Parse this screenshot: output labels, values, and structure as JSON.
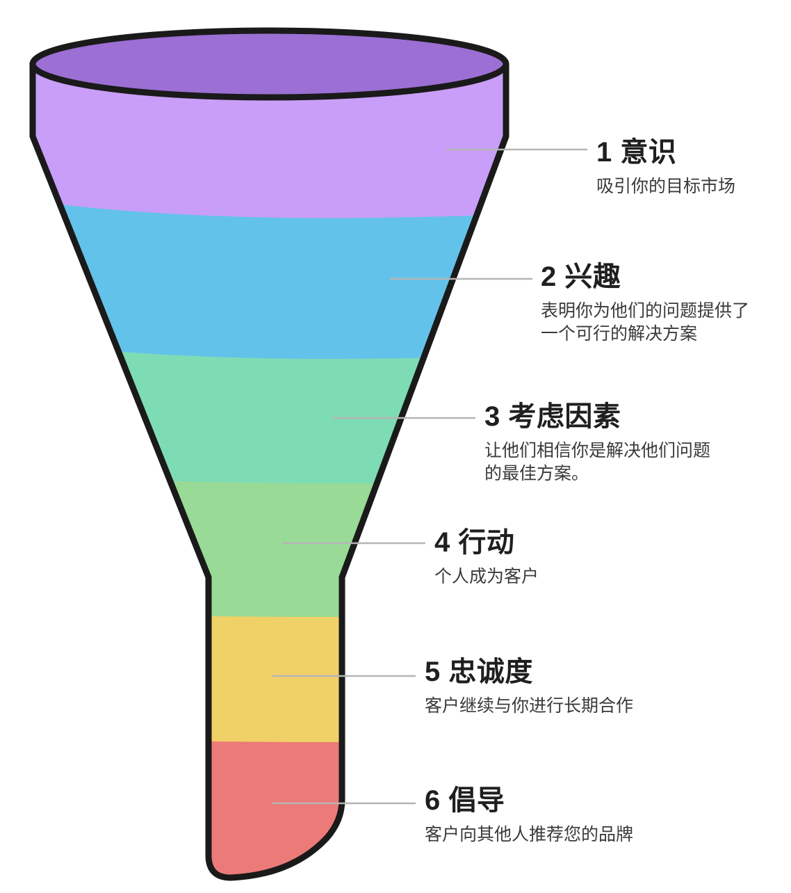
{
  "diagram": {
    "type": "marketing-funnel",
    "title": "",
    "stage_count": 6,
    "outline_color": "#1a1a1a",
    "leader_line_color": "#b5b5b5",
    "background": "#ffffff"
  },
  "stages": [
    {
      "number": "1",
      "name": "意识",
      "title": "1 意识",
      "description": "吸引你的目标市场",
      "color": "#c99ef8",
      "top_cap_color": "#9b6fd4"
    },
    {
      "number": "2",
      "name": "兴趣",
      "title": "2 兴趣",
      "description": "表明你为他们的问题提供了\n一个可行的解决方案",
      "color": "#63c2ea",
      "top_cap_color": ""
    },
    {
      "number": "3",
      "name": "考虑因素",
      "title": "3 考虑因素",
      "description": "让他们相信你是解决他们问题\n的最佳方案。",
      "color": "#7edcb4",
      "top_cap_color": ""
    },
    {
      "number": "4",
      "name": "行动",
      "title": "4 行动",
      "description": "个人成为客户",
      "color": "#99da96",
      "top_cap_color": ""
    },
    {
      "number": "5",
      "name": "忠诚度",
      "title": "5 忠诚度",
      "description": "客户继续与你进行长期合作",
      "color": "#f0d168",
      "top_cap_color": ""
    },
    {
      "number": "6",
      "name": "倡导",
      "title": "6 倡导",
      "description": "客户向其他人推荐您的品牌",
      "color": "#ec7a78",
      "top_cap_color": ""
    }
  ]
}
